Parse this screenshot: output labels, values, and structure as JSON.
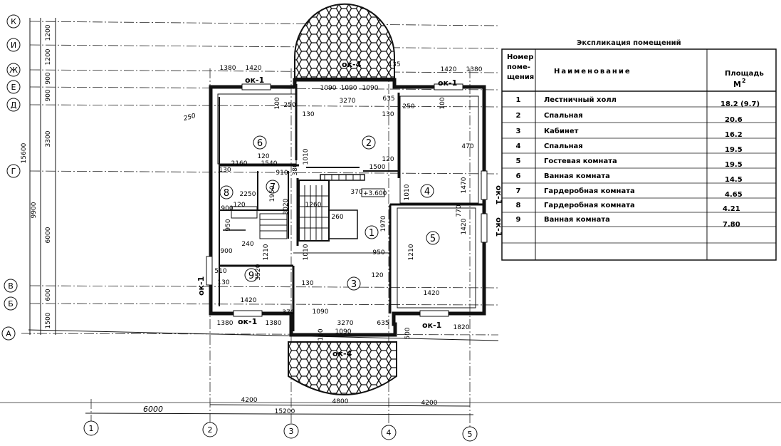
{
  "table": {
    "title": "Экспликация помещений",
    "headers": {
      "num": [
        "Номер",
        "поме-",
        "щения"
      ],
      "name": "Наименование",
      "area": [
        "Площадь",
        "М",
        "2"
      ]
    },
    "rows": [
      {
        "n": "1",
        "name": "Лестничный холл",
        "area": "18.2 (9.7)"
      },
      {
        "n": "2",
        "name": "Спальная",
        "area": "20.6"
      },
      {
        "n": "3",
        "name": "Кабинет",
        "area": "16.2"
      },
      {
        "n": "4",
        "name": "Спальная",
        "area": "19.5"
      },
      {
        "n": "5",
        "name": "Гостевая комната",
        "area": "19.5"
      },
      {
        "n": "6",
        "name": "Ванная комната",
        "area": "14.5"
      },
      {
        "n": "7",
        "name": "Гардеробная комната",
        "area": "4.65"
      },
      {
        "n": "8",
        "name": "Гардеробная комната",
        "area": "4.21"
      },
      {
        "n": "9",
        "name": "Ванная комната",
        "area": "7.80"
      }
    ]
  },
  "axes_letters": [
    "К",
    "И",
    "Ж",
    "Е",
    "Д",
    "Г",
    "В",
    "Б",
    "А"
  ],
  "axes_numbers": [
    "1",
    "2",
    "3",
    "4",
    "5"
  ],
  "rooms": [
    "1",
    "2",
    "3",
    "4",
    "5",
    "6",
    "7",
    "8",
    "9"
  ],
  "windows": [
    "ок-1",
    "ок-1",
    "ок-1",
    "ок-1",
    "ок-1",
    "ок-1",
    "ок-1",
    "ок-4",
    "ок-4"
  ],
  "level": "+3.600",
  "dims_left": [
    "1200",
    "1200",
    "900",
    "900",
    "3300",
    "15600",
    "9900",
    "6000",
    "600",
    "1500"
  ],
  "dims_bottom": [
    "4200",
    "4800",
    "4200",
    "6000",
    "15200"
  ],
  "dims_plan": [
    "1380",
    "1420",
    "1420",
    "1380",
    "1090",
    "1090",
    "1090",
    "3270",
    "635",
    "135",
    "250",
    "250",
    "100",
    "100",
    "130",
    "130",
    "470",
    "1010",
    "1500",
    "120",
    "120",
    "2160",
    "1540",
    "910",
    "130",
    "380",
    "370",
    "1010",
    "1470",
    "2250",
    "1260",
    "3020",
    "1950",
    "900",
    "120",
    "260",
    "1970",
    "770",
    "1420",
    "950",
    "240",
    "900",
    "1210",
    "1010",
    "950",
    "1210",
    "120",
    "510",
    "3520",
    "130",
    "130",
    "1420",
    "1420",
    "370",
    "1380",
    "1380",
    "1090",
    "3270",
    "1090",
    "635",
    "1820",
    "500",
    "160",
    "250"
  ]
}
